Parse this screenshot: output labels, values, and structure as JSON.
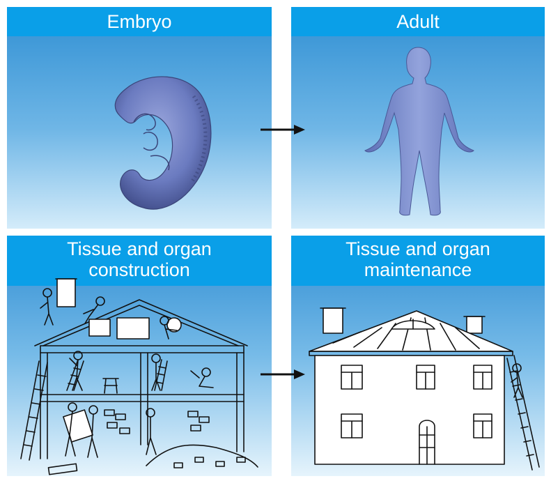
{
  "panels": {
    "embryo": {
      "title": "Embryo"
    },
    "adult": {
      "title": "Adult"
    },
    "construction": {
      "title_line1": "Tissue and organ",
      "title_line2": "construction"
    },
    "maintenance": {
      "title_line1": "Tissue and organ",
      "title_line2": "maintenance"
    }
  },
  "colors": {
    "header": "#0a9fe8",
    "panel_top": "#2f8fd3",
    "panel_bottom": "#d4ecfa",
    "embryo_fill": "#6f7fc4",
    "adult_fill": "#7f92cf",
    "line_art": "#111111"
  }
}
